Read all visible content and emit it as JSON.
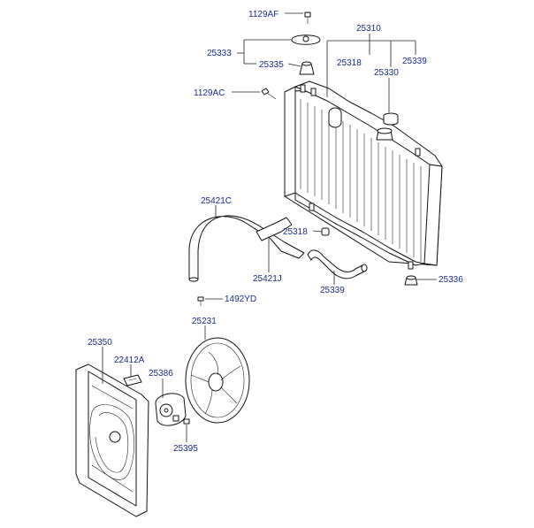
{
  "labels": {
    "l_1129AF": "1129AF",
    "l_25310": "25310",
    "l_25333": "25333",
    "l_25335": "25335",
    "l_25318_top": "25318",
    "l_25339_top": "25339",
    "l_25330": "25330",
    "l_1129AC": "1129AC",
    "l_25421C": "25421C",
    "l_25318_mid": "25318",
    "l_25421J": "25421J",
    "l_25339_mid": "25339",
    "l_25336": "25336",
    "l_1492YD": "1492YD",
    "l_25231": "25231",
    "l_25350": "25350",
    "l_22412A": "22412A",
    "l_25386": "25386",
    "l_25395": "25395"
  },
  "colors": {
    "label": "#1a2a8c",
    "line": "#111111"
  }
}
